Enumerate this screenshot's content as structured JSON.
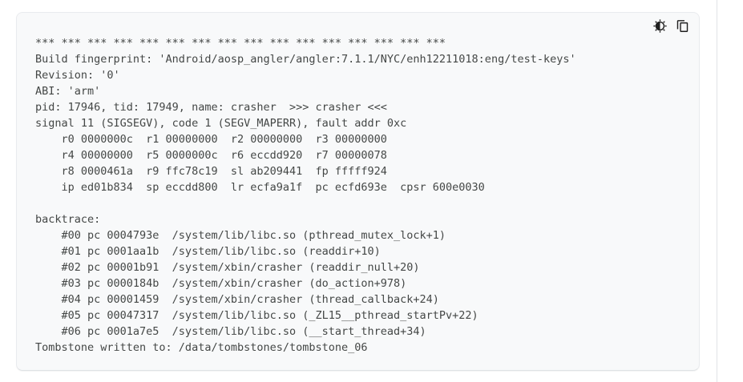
{
  "page": {
    "background_color": "#ffffff",
    "divider_color": "#e1e3e6"
  },
  "code_block": {
    "background_color": "#f8f9fa",
    "border_color": "#e9ebee",
    "text_color": "#444746",
    "icon_color": "#1f1f1f",
    "icons": [
      {
        "name": "dark-code-toggle-icon",
        "glyph": "brightness-half-filled-sun"
      },
      {
        "name": "copy-icon",
        "glyph": "content-copy"
      }
    ],
    "lines": [
      "*** *** *** *** *** *** *** *** *** *** *** *** *** *** *** ***",
      "Build fingerprint: 'Android/aosp_angler/angler:7.1.1/NYC/enh12211018:eng/test-keys'",
      "Revision: '0'",
      "ABI: 'arm'",
      "pid: 17946, tid: 17949, name: crasher  >>> crasher <<<",
      "signal 11 (SIGSEGV), code 1 (SEGV_MAPERR), fault addr 0xc",
      "    r0 0000000c  r1 00000000  r2 00000000  r3 00000000",
      "    r4 00000000  r5 0000000c  r6 eccdd920  r7 00000078",
      "    r8 0000461a  r9 ffc78c19  sl ab209441  fp fffff924",
      "    ip ed01b834  sp eccdd800  lr ecfa9a1f  pc ecfd693e  cpsr 600e0030",
      "",
      "backtrace:",
      "    #00 pc 0004793e  /system/lib/libc.so (pthread_mutex_lock+1)",
      "    #01 pc 0001aa1b  /system/lib/libc.so (readdir+10)",
      "    #02 pc 00001b91  /system/xbin/crasher (readdir_null+20)",
      "    #03 pc 0000184b  /system/xbin/crasher (do_action+978)",
      "    #04 pc 00001459  /system/xbin/crasher (thread_callback+24)",
      "    #05 pc 00047317  /system/lib/libc.so (_ZL15__pthread_startPv+22)",
      "    #06 pc 0001a7e5  /system/lib/libc.so (__start_thread+34)",
      "Tombstone written to: /data/tombstones/tombstone_06"
    ]
  }
}
